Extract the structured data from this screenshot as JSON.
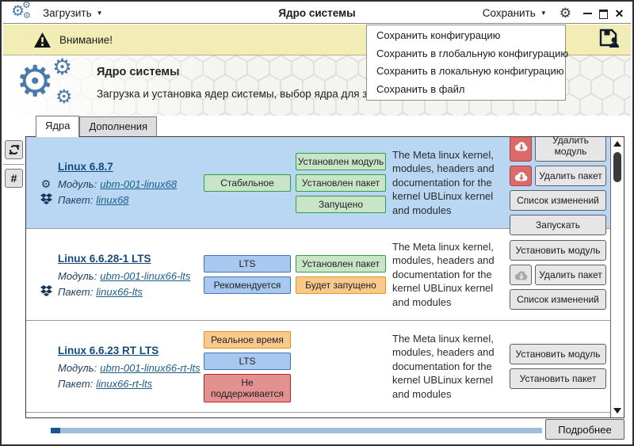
{
  "titlebar": {
    "load_menu": "Загрузить",
    "title": "Ядро системы",
    "save_menu": "Сохранить"
  },
  "warning_bar": {
    "label": "Внимание!"
  },
  "save_dropdown": {
    "items": [
      "Сохранить конфигурацию",
      "Сохранить в глобальную конфигурацию",
      "Сохранить в локальную конфигурацию",
      "Сохранить в файл"
    ]
  },
  "header": {
    "title": "Ядро системы",
    "subtitle": "Загрузка и установка ядер системы, выбор ядра для загрузки по умолчанию"
  },
  "tabs": {
    "kernels": "Ядра",
    "addons": "Дополнения"
  },
  "side_toolbar": {
    "hash_label": "#"
  },
  "labels": {
    "module": "Модуль:",
    "package": "Пакет:"
  },
  "kernels": [
    {
      "name": "Linux 6.8.7",
      "module": "ubm-001-linux68",
      "package": "linux68",
      "selected": true,
      "badges_a": [
        {
          "text": "Стабильное",
          "color": "green"
        }
      ],
      "badges_b": [
        {
          "text": "Установлен модуль",
          "color": "green"
        },
        {
          "text": "Установлен пакет",
          "color": "green"
        },
        {
          "text": "Запущено",
          "color": "green"
        }
      ],
      "description": "The Meta linux kernel, modules, headers and documentation for the kernel UBLinux kernel and modules",
      "buttons": [
        {
          "label": "Удалить модуль",
          "icon": "cloud-download",
          "variant": "danger"
        },
        {
          "label": "Удалить пакет",
          "icon": "cloud-download",
          "variant": "danger"
        },
        {
          "label": "Список изменений"
        },
        {
          "label": "Запускать"
        }
      ]
    },
    {
      "name": "Linux 6.6.28-1 LTS",
      "module": "ubm-001-linux66-lts",
      "package": "linux66-lts",
      "selected": false,
      "badges_a": [
        {
          "text": "LTS",
          "color": "blue"
        },
        {
          "text": "Рекомендуется",
          "color": "blue"
        }
      ],
      "badges_b": [
        {
          "text": "Установлен пакет",
          "color": "green"
        },
        {
          "text": "Будет запущено",
          "color": "orange"
        }
      ],
      "description": "The Meta linux kernel, modules, headers and documentation for the kernel UBLinux kernel and modules",
      "buttons": [
        {
          "label": "Установить модуль"
        },
        {
          "label": "Удалить пакет",
          "icon": "cloud-download",
          "variant": "disabled"
        },
        {
          "label": "Список изменений"
        }
      ]
    },
    {
      "name": "Linux 6.6.23 RT LTS",
      "module": "ubm-001-linux66-rt-lts",
      "package": "linux66-rt-lts",
      "selected": false,
      "badges_a": [
        {
          "text": "Реальное время",
          "color": "orange"
        },
        {
          "text": "LTS",
          "color": "blue"
        },
        {
          "text": "Не поддерживается",
          "color": "red"
        }
      ],
      "badges_b": [],
      "description": "The Meta linux kernel, modules, headers and documentation for the kernel UBLinux kernel and modules",
      "buttons": [
        {
          "label": "Установить модуль"
        },
        {
          "label": "Установить пакет"
        }
      ]
    }
  ],
  "footer": {
    "details_button": "Подробнее",
    "progress_percent": 2
  },
  "colors": {
    "accent_blue": "#4a7aab",
    "warning_bg": "#f1edb4",
    "selected_row": "#b9d6f2",
    "badge_green_bg": "#c8e5c8",
    "badge_green_border": "#2f9e44",
    "badge_blue_bg": "#a8c8ef",
    "badge_blue_border": "#3b76c4",
    "badge_orange_bg": "#f8c98d",
    "badge_orange_border": "#e8940f",
    "badge_red_bg": "#e29090",
    "badge_red_border": "#c22222",
    "danger_button_bg": "#dc6a6a",
    "progress_track": "#9fbdd9",
    "progress_fill": "#17568f"
  }
}
